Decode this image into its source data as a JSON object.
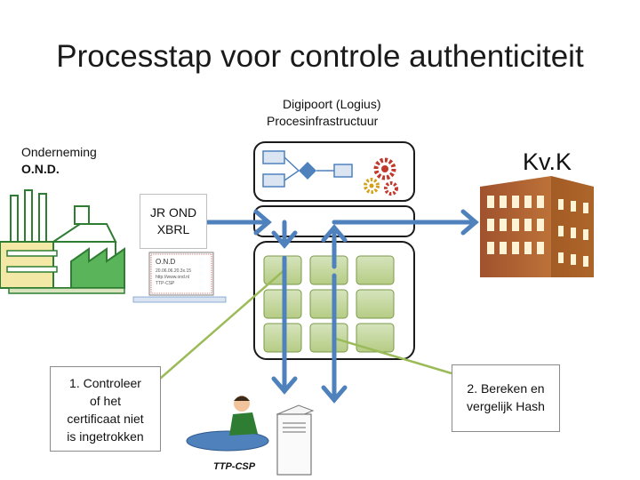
{
  "title": "Processtap voor controle authenticiteit",
  "digipoort": {
    "line1": "Digipoort (Logius)",
    "line2": "Procesinfrastructuur"
  },
  "onderneming": {
    "line1": "Onderneming",
    "line2": "O.N.D."
  },
  "kvk": "Kv.K",
  "jr": {
    "line1": "JR OND",
    "line2": "XBRL"
  },
  "certificate": {
    "name": "O.N.D",
    "date": "20.06.06.20.3x.15",
    "url": "http://www.ond.nl",
    "issuer": "TTP-CSP"
  },
  "callout1": {
    "line1": "1. Controleer",
    "line2": "of het",
    "line3": "certificaat niet",
    "line4": "is ingetrokken"
  },
  "callout2": {
    "line1": "2. Bereken en",
    "line2": "vergelijk Hash"
  },
  "ttp": "TTP-CSP",
  "colors": {
    "arrow": "#4f81bd",
    "arrow_outline": "#2e5a8c",
    "cell": "#c3d69b",
    "cell_border": "#7a9a4a",
    "callout_line": "#9bbb59",
    "factory": "#2e7d32"
  }
}
